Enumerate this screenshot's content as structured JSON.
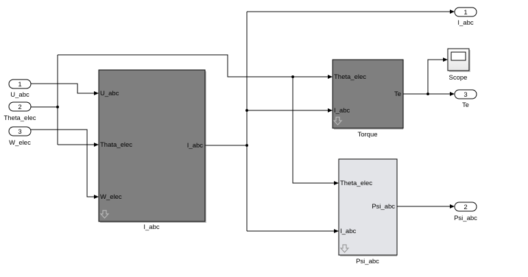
{
  "inports": [
    {
      "num": "1",
      "label": "U_abc"
    },
    {
      "num": "2",
      "label": "Theta_elec"
    },
    {
      "num": "3",
      "label": "W_elec"
    }
  ],
  "outports": [
    {
      "num": "1",
      "label": "I_abc"
    },
    {
      "num": "3",
      "label": "Te"
    },
    {
      "num": "2",
      "label": "Psi_abc"
    }
  ],
  "blocks": {
    "iabc": {
      "name": "I_abc",
      "in_ports": [
        "U_abc",
        "Thata_elec",
        "W_elec"
      ],
      "out_port": "I_abc",
      "fill": "#7f7f7f"
    },
    "torque": {
      "name": "Torque",
      "in_ports": [
        "Theta_elec",
        "I_abc"
      ],
      "out_port": "Te",
      "fill": "#7f7f7f"
    },
    "psi": {
      "name": "Psi_abc",
      "in_ports": [
        "Theta_elec",
        "I_abc"
      ],
      "out_port": "Psi_abc",
      "fill": "#e3e4e8"
    },
    "scope": {
      "name": "Scope"
    }
  }
}
